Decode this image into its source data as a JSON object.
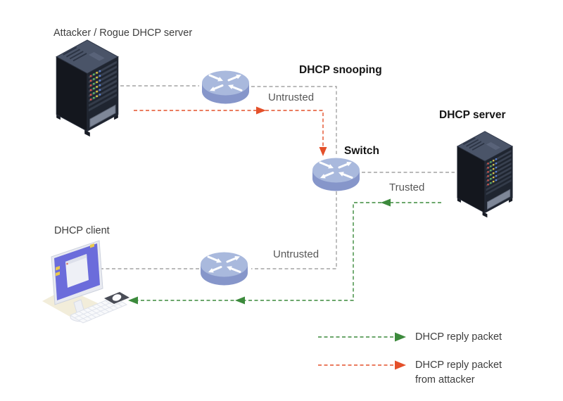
{
  "diagram": {
    "type": "network-topology",
    "title": "DHCP snooping",
    "nodes": {
      "attacker": {
        "label": "Attacker / Rogue DHCP server",
        "icon": "rack-server-icon"
      },
      "router_top": {
        "icon": "switch-cylinder-icon"
      },
      "switch": {
        "label": "Switch",
        "icon": "switch-cylinder-icon"
      },
      "dhcp_server": {
        "label": "DHCP server",
        "icon": "rack-server-icon"
      },
      "router_bottom": {
        "icon": "switch-cylinder-icon"
      },
      "dhcp_client": {
        "label": "DHCP client",
        "icon": "desktop-computer-icon"
      }
    },
    "port_labels": {
      "untrusted_top": "Untrusted",
      "trusted": "Trusted",
      "untrusted_bottom": "Untrusted"
    },
    "legend": {
      "items": [
        {
          "label": "DHCP reply packet",
          "line_style": "dashed-arrow",
          "color": "#3c8a3c"
        },
        {
          "label": "DHCP reply packet from attacker",
          "line_style": "dashed-arrow",
          "color": "#e4502a"
        }
      ]
    },
    "colors": {
      "plain_link": "#a4a4a4",
      "dhcp_reply": "#3c8a3c",
      "attacker_reply": "#e4502a",
      "device_blue_top": "#a9b9dd",
      "device_blue_side": "#8696ca",
      "server_body": "#14171e",
      "background": "#ffffff"
    }
  }
}
